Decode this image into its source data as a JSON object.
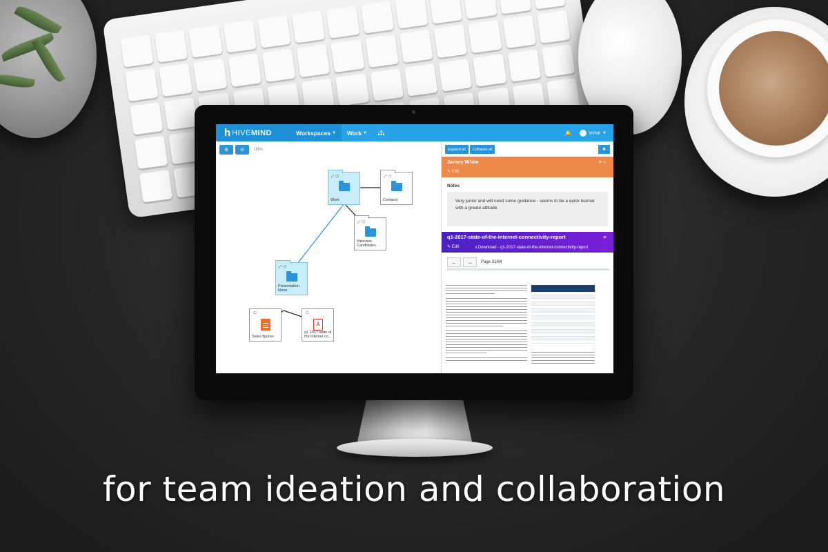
{
  "app": {
    "logo_mark": "h",
    "logo_text_a": "HIVE",
    "logo_text_b": "MIND",
    "nav": [
      {
        "label": "Workspaces"
      },
      {
        "label": "Work"
      }
    ],
    "user_name": "Vishal"
  },
  "mindmap": {
    "zoom_in": "🔍+",
    "zoom_out": "🔍−",
    "zoom_level": "100%",
    "nodes": [
      {
        "label": "Work"
      },
      {
        "label": "Contacts"
      },
      {
        "label": "Interview Candidates"
      },
      {
        "label": "Presentation Ideas"
      },
      {
        "label": "Sales figures"
      },
      {
        "label": "q1 2017 state of the internet co..."
      }
    ]
  },
  "detail": {
    "expand_all": "Expand all",
    "collapse_all": "Collapse all",
    "close": "✖",
    "contact_name": "James White",
    "edit": "Edit",
    "notes_label": "Notes",
    "notes_text": "Very junior and will need some guidance - seems to be a quick learner with a greate attitude.",
    "file_title": "q1-2017-state-of-the-internet-connectivity-report",
    "file_edit": "Edit",
    "file_download": "Download - q1-2017-state-of-the-internet-connectivity-report",
    "page_label": "Page 31/64",
    "prev": "🡐",
    "next": "🡒"
  },
  "tagline": "for team ideation and collaboration",
  "colors": {
    "topbar": "#29a3e8",
    "contact_card": "#f0884a",
    "file_card": "#5a22cc",
    "folder": "#2b93da",
    "node_highlight": "#c7ecfa"
  }
}
